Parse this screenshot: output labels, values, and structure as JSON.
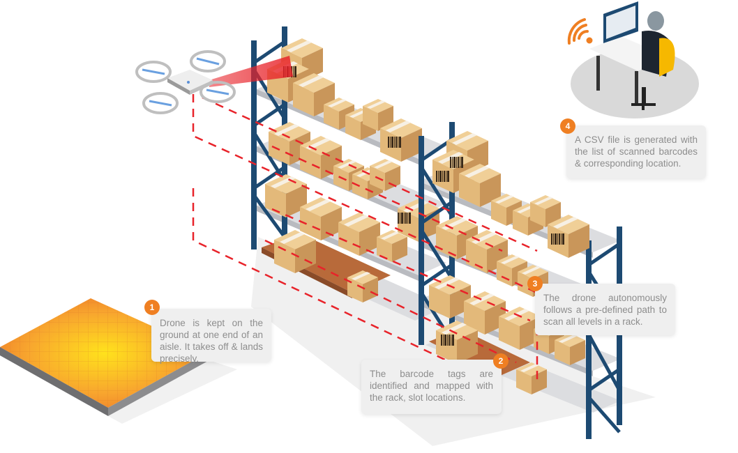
{
  "title": "Drone-based warehouse inventory scanning process",
  "colors": {
    "accent_orange": "#ef7f22",
    "scan_path_red": "#e8232a",
    "rack_blue": "#1d4a72",
    "shelf_gray": "#dcdde0",
    "box_tan": "#e3b97a",
    "callout_bg": "#efefef",
    "callout_text": "#8d8d8d"
  },
  "illustration": {
    "elements": [
      "drone",
      "barcode-scan-beam",
      "warehouse-rack-left",
      "warehouse-rack-right",
      "cardboard-boxes",
      "wooden-pallet",
      "landing-pad",
      "operator-at-desk",
      "wifi-signal",
      "scan-path-dashed"
    ]
  },
  "steps": [
    {
      "number": "1",
      "text": "Drone is kept on the ground at one end of an aisle. It takes off & lands precisely."
    },
    {
      "number": "2",
      "text": "The barcode tags are identified and mapped with the rack, slot locations."
    },
    {
      "number": "3",
      "text": "The drone autonomously follows a pre-defined path to scan all levels in a rack."
    },
    {
      "number": "4",
      "text": "A CSV file is generated with the list of scanned barcodes & corresponding location."
    }
  ]
}
